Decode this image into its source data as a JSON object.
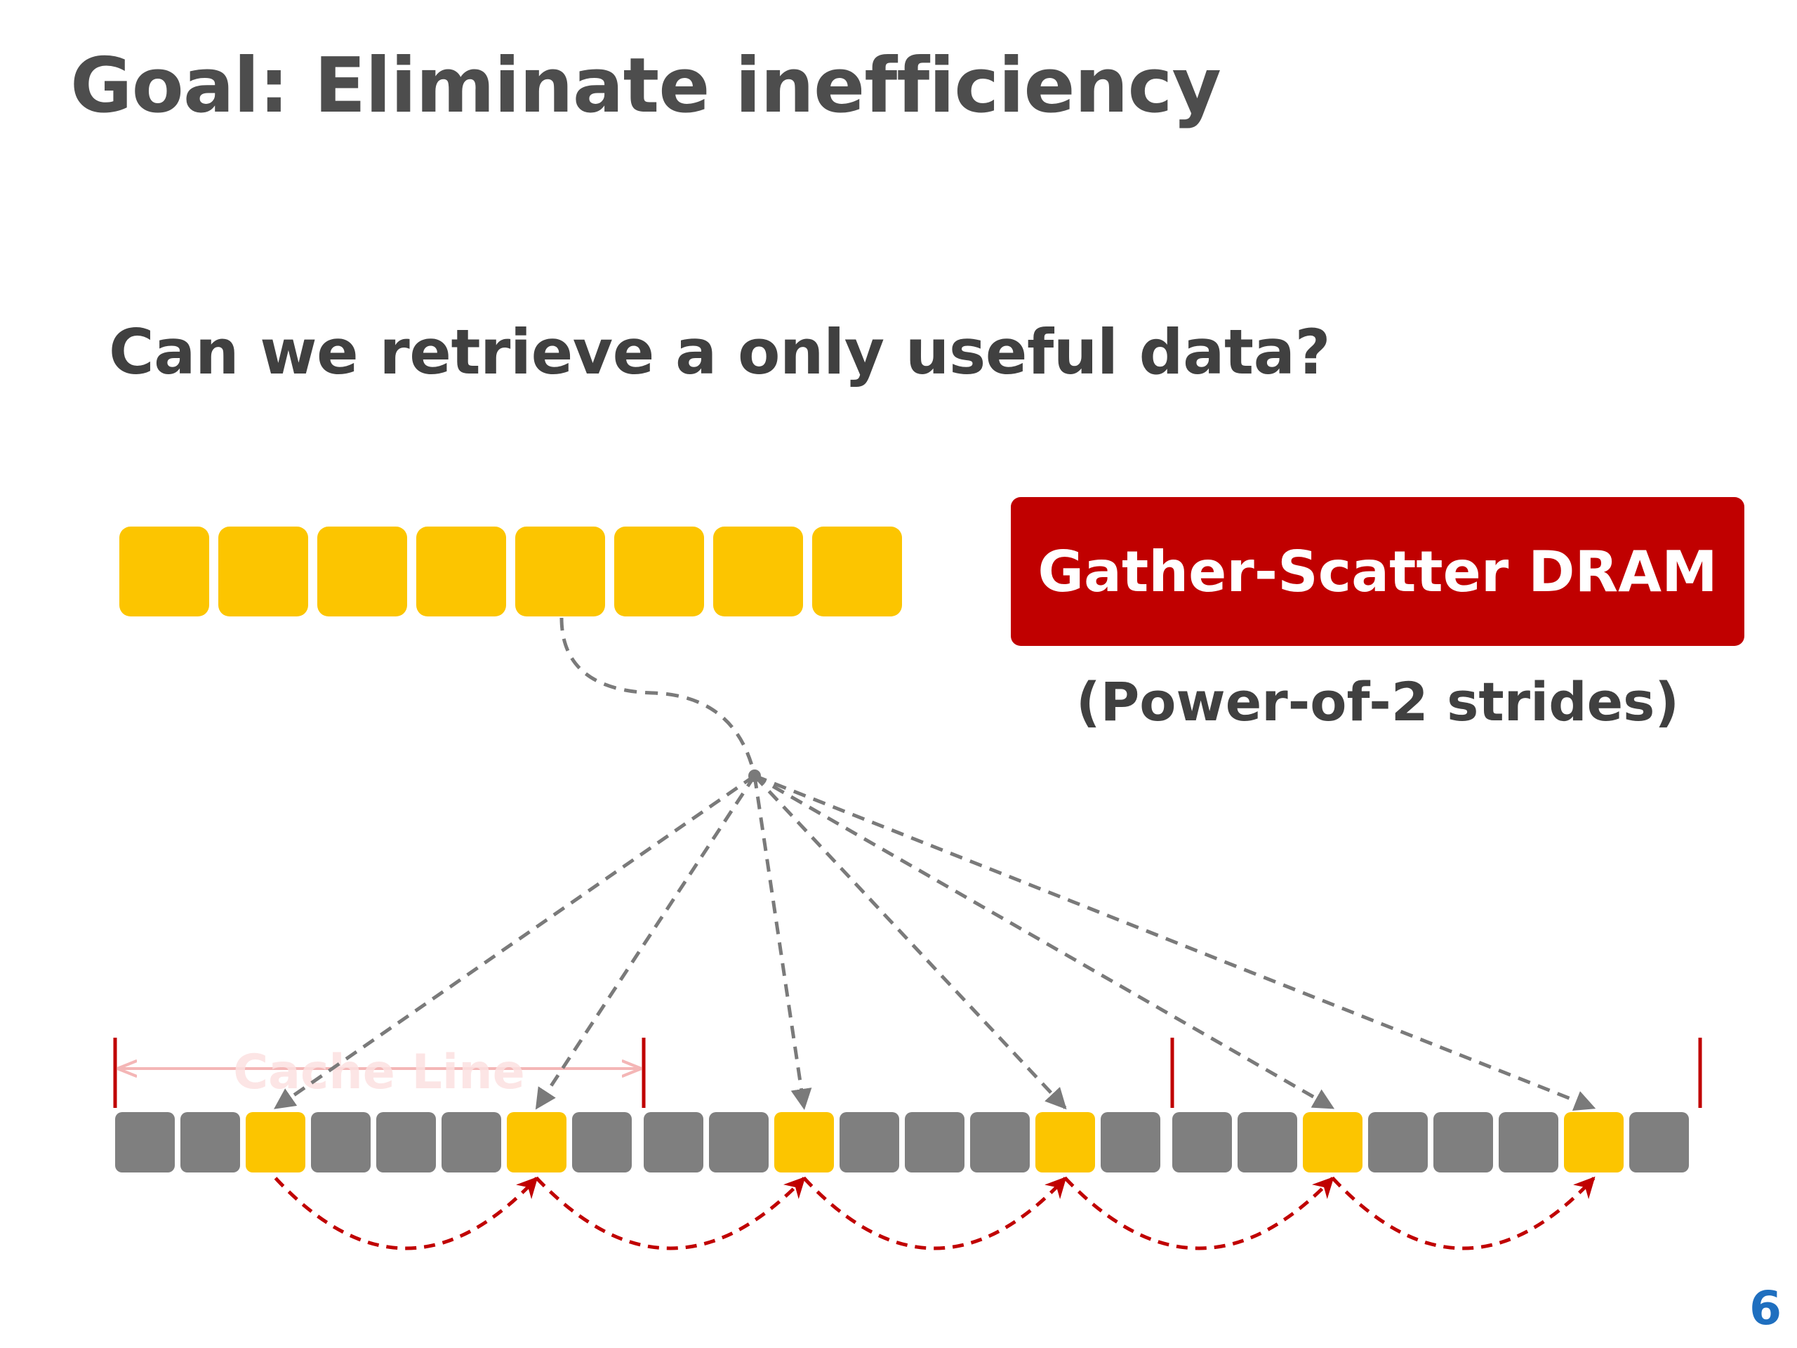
{
  "title": "Goal: Eliminate inefficiency",
  "question": "Can we retrieve a only useful data?",
  "gather_box": {
    "label": "Gather-Scatter DRAM",
    "subtitle": "(Power-of-2 strides)"
  },
  "cache_line_label": "Cache Line",
  "page_number": "6",
  "colors": {
    "useful": "#fcc500",
    "unused": "#7f7f7f",
    "accent_red": "#c00000",
    "arrow_gray": "#7a7a7a",
    "cache_line_pink": "#f4b6b6"
  },
  "diagram": {
    "top_row_cells": 8,
    "bottom_row_cells": 24,
    "highlighted_indices": [
      2,
      6,
      10,
      14,
      18,
      22
    ],
    "source_cell_index": 4
  }
}
